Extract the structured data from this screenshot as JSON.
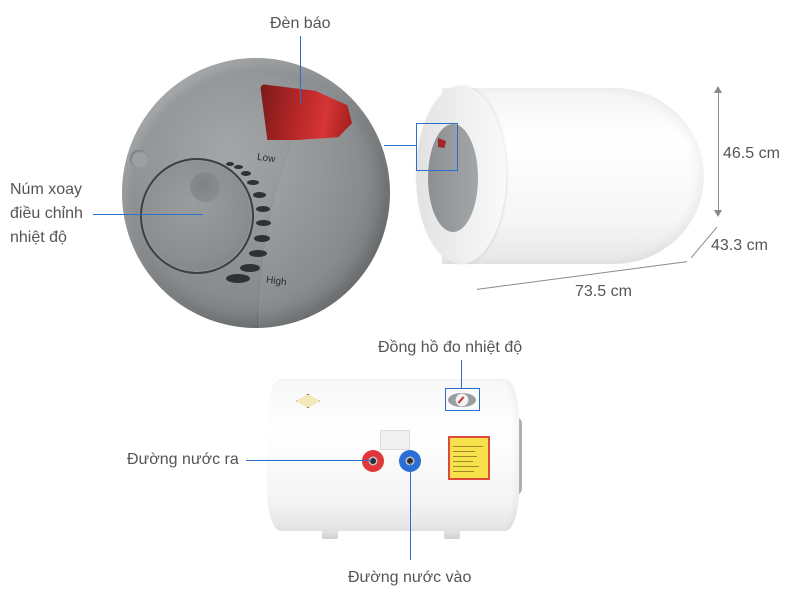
{
  "callouts": {
    "indicator_light": "Đèn báo",
    "knob_line1": "Núm xoay",
    "knob_line2": "điều chỉnh",
    "knob_line3": "nhiệt độ",
    "thermometer": "Đồng hồ đo nhiệt độ",
    "water_outlet": "Đường nước ra",
    "water_inlet": "Đường nước vào"
  },
  "control_panel": {
    "low_label": "Low",
    "high_label": "High"
  },
  "dimensions": {
    "height": "46.5 cm",
    "depth": "43.3 cm",
    "width": "73.5 cm"
  },
  "colors": {
    "callout_line": "#2a6fc9",
    "indicator_red": "#b52626",
    "outlet_red": "#e2373a",
    "inlet_blue": "#2a6fd6",
    "panel_gray": "#8f9294"
  }
}
